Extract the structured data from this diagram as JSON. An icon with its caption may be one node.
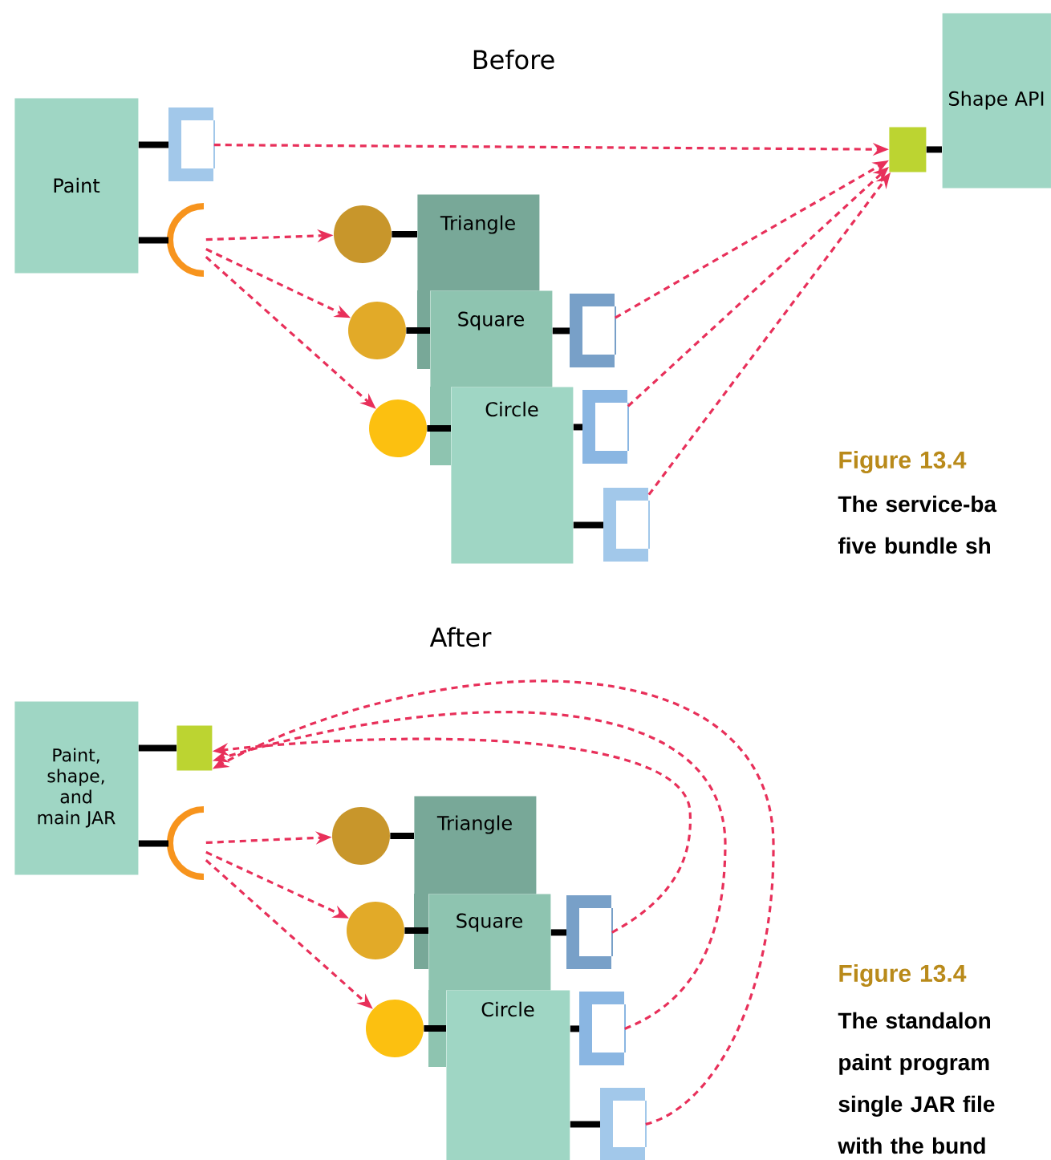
{
  "diagram": {
    "nodes": [
      {
        "text": [
          "Paint"
        ]
      },
      {
        "text": [
          "Shape API"
        ]
      },
      {
        "text": [
          "Triangle"
        ]
      },
      {
        "text": [
          "Square"
        ]
      },
      {
        "text": [
          "Circle"
        ]
      },
      {
        "text": [],
        "shape": "bracket"
      },
      {
        "text": [],
        "shape": "semicircle"
      },
      {
        "text": [],
        "shape": "box"
      },
      {
        "text": [],
        "shape": "circle"
      },
      {
        "text": [],
        "shape": "circle"
      },
      {
        "text": [],
        "shape": "circle"
      },
      {
        "text": [],
        "shape": "bracket"
      },
      {
        "text": [],
        "shape": "bracket"
      },
      {
        "text": [],
        "shape": "bracket"
      },
      {
        "text": [
          "Paint, shape, and main JAR"
        ]
      },
      {
        "text": [],
        "shape": "box"
      },
      {
        "text": [],
        "shape": "semicircle"
      },
      {
        "text": [
          "Triangle"
        ]
      },
      {
        "text": [
          "Square"
        ]
      },
      {
        "text": [
          "Circle"
        ]
      },
      {
        "text": [],
        "shape": "circle"
      },
      {
        "text": [],
        "shape": "circle"
      },
      {
        "text": [],
        "shape": "circle"
      },
      {
        "text": [],
        "shape": "bracket"
      },
      {
        "text": [],
        "shape": "bracket"
      },
      {
        "text": [],
        "shape": "bracket"
      }
    ],
    "edges": [
      {
        "from": 0,
        "to": 5,
        "arrow": "none"
      },
      {
        "from": 0,
        "to": 6,
        "arrow": "none"
      },
      {
        "from": 7,
        "to": 1,
        "arrow": "none"
      },
      {
        "from": 8,
        "to": 2,
        "arrow": "none"
      },
      {
        "from": 9,
        "to": 3,
        "arrow": "none"
      },
      {
        "from": 10,
        "to": 4,
        "arrow": "none"
      },
      {
        "from": 3,
        "to": 11,
        "arrow": "none"
      },
      {
        "from": 4,
        "to": 12,
        "arrow": "none"
      },
      {
        "from": 4,
        "to": 13,
        "arrow": "none"
      },
      {
        "from": 5,
        "to": 7,
        "arrow": "to",
        "style": "dashed",
        "color": "#e8305a"
      },
      {
        "from": 6,
        "to": 8,
        "arrow": "to",
        "style": "dashed",
        "color": "#e8305a"
      },
      {
        "from": 6,
        "to": 9,
        "arrow": "to",
        "style": "dashed",
        "color": "#e8305a"
      },
      {
        "from": 6,
        "to": 10,
        "arrow": "to",
        "style": "dashed",
        "color": "#e8305a"
      },
      {
        "from": 11,
        "to": 7,
        "arrow": "to",
        "style": "dashed",
        "color": "#e8305a"
      },
      {
        "from": 12,
        "to": 7,
        "arrow": "to",
        "style": "dashed",
        "color": "#e8305a"
      },
      {
        "from": 13,
        "to": 7,
        "arrow": "to",
        "style": "dashed",
        "color": "#e8305a"
      },
      {
        "from": 14,
        "to": 15,
        "arrow": "none"
      },
      {
        "from": 14,
        "to": 16,
        "arrow": "none"
      },
      {
        "from": 20,
        "to": 17,
        "arrow": "none"
      },
      {
        "from": 21,
        "to": 18,
        "arrow": "none"
      },
      {
        "from": 22,
        "to": 19,
        "arrow": "none"
      },
      {
        "from": 18,
        "to": 23,
        "arrow": "none"
      },
      {
        "from": 19,
        "to": 24,
        "arrow": "none"
      },
      {
        "from": 19,
        "to": 25,
        "arrow": "none"
      },
      {
        "from": 16,
        "to": 20,
        "arrow": "to",
        "style": "dashed",
        "color": "#e8305a"
      },
      {
        "from": 16,
        "to": 21,
        "arrow": "to",
        "style": "dashed",
        "color": "#e8305a"
      },
      {
        "from": 16,
        "to": 22,
        "arrow": "to",
        "style": "dashed",
        "color": "#e8305a"
      },
      {
        "from": 23,
        "to": 15,
        "arrow": "to",
        "style": "dashed",
        "color": "#e8305a"
      },
      {
        "from": 24,
        "to": 15,
        "arrow": "to",
        "style": "dashed",
        "color": "#e8305a"
      },
      {
        "from": 25,
        "to": 15,
        "arrow": "to",
        "style": "dashed",
        "color": "#e8305a"
      }
    ],
    "labels": [
      "Before",
      "Figure 13.4",
      "The service-ba five bundle sh",
      "After",
      "Figure 13.4",
      "The standalon paint program single JAR file with the bund"
    ]
  }
}
